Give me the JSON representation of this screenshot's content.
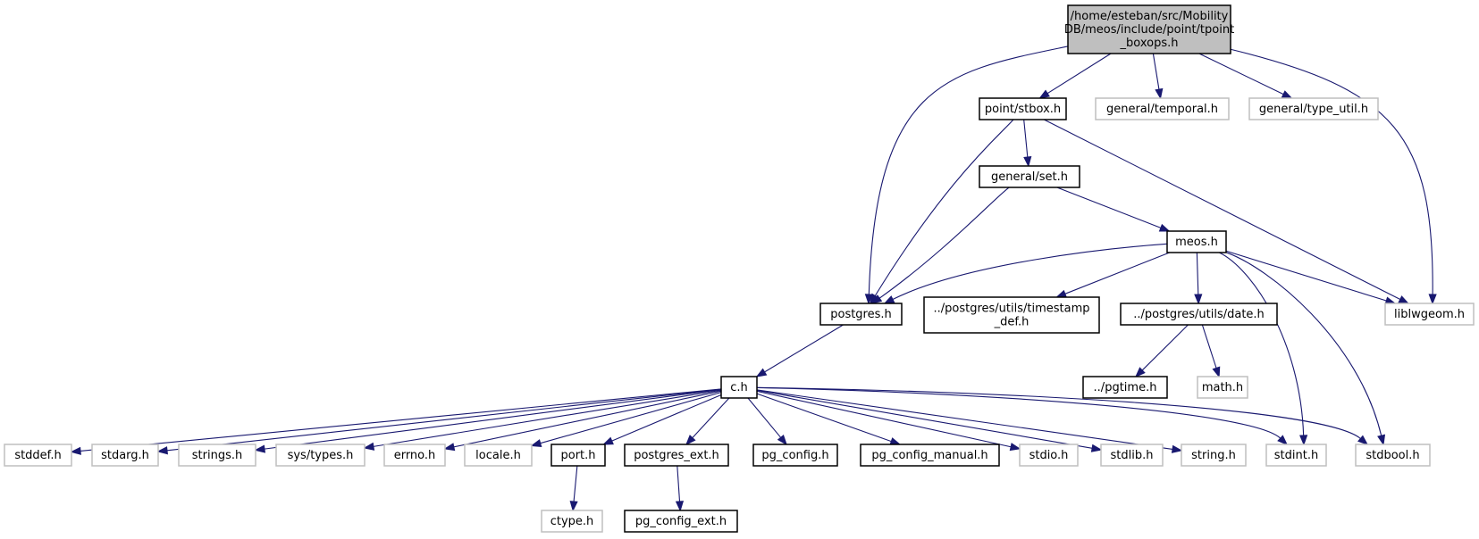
{
  "diagram": {
    "type": "include-dependency-graph",
    "colors": {
      "edge": "#191970",
      "root_fill": "#bfbfbf",
      "root_border": "#000000",
      "documented_border": "#000000",
      "external_border": "#bfbfbf",
      "external_text": "#000000"
    },
    "nodes": [
      {
        "id": "root",
        "kind": "root",
        "lines": [
          "/home/esteban/src/Mobility",
          "DB/meos/include/point/tpoint",
          "_boxops.h"
        ]
      },
      {
        "id": "stbox",
        "kind": "documented",
        "lines": [
          "point/stbox.h"
        ]
      },
      {
        "id": "temporal",
        "kind": "external",
        "lines": [
          "general/temporal.h"
        ]
      },
      {
        "id": "type_util",
        "kind": "external",
        "lines": [
          "general/type_util.h"
        ]
      },
      {
        "id": "set",
        "kind": "documented",
        "lines": [
          "general/set.h"
        ]
      },
      {
        "id": "meos",
        "kind": "documented",
        "lines": [
          "meos.h"
        ]
      },
      {
        "id": "liblwgeom",
        "kind": "external",
        "lines": [
          "liblwgeom.h"
        ]
      },
      {
        "id": "postgres",
        "kind": "documented",
        "lines": [
          "postgres.h"
        ]
      },
      {
        "id": "timestamp_def",
        "kind": "documented",
        "lines": [
          "../postgres/utils/timestamp",
          "_def.h"
        ]
      },
      {
        "id": "date",
        "kind": "documented",
        "lines": [
          "../postgres/utils/date.h"
        ]
      },
      {
        "id": "pgtime",
        "kind": "documented",
        "lines": [
          "../pgtime.h"
        ]
      },
      {
        "id": "math",
        "kind": "external",
        "lines": [
          "math.h"
        ]
      },
      {
        "id": "c",
        "kind": "documented",
        "lines": [
          "c.h"
        ]
      },
      {
        "id": "stddef",
        "kind": "external",
        "lines": [
          "stddef.h"
        ]
      },
      {
        "id": "stdarg",
        "kind": "external",
        "lines": [
          "stdarg.h"
        ]
      },
      {
        "id": "strings",
        "kind": "external",
        "lines": [
          "strings.h"
        ]
      },
      {
        "id": "systypes",
        "kind": "external",
        "lines": [
          "sys/types.h"
        ]
      },
      {
        "id": "errno",
        "kind": "external",
        "lines": [
          "errno.h"
        ]
      },
      {
        "id": "locale",
        "kind": "external",
        "lines": [
          "locale.h"
        ]
      },
      {
        "id": "port",
        "kind": "documented",
        "lines": [
          "port.h"
        ]
      },
      {
        "id": "postgres_ext",
        "kind": "documented",
        "lines": [
          "postgres_ext.h"
        ]
      },
      {
        "id": "pg_config",
        "kind": "documented",
        "lines": [
          "pg_config.h"
        ]
      },
      {
        "id": "pg_config_manual",
        "kind": "documented",
        "lines": [
          "pg_config_manual.h"
        ]
      },
      {
        "id": "stdio",
        "kind": "external",
        "lines": [
          "stdio.h"
        ]
      },
      {
        "id": "stdlib",
        "kind": "external",
        "lines": [
          "stdlib.h"
        ]
      },
      {
        "id": "string",
        "kind": "external",
        "lines": [
          "string.h"
        ]
      },
      {
        "id": "stdint",
        "kind": "external",
        "lines": [
          "stdint.h"
        ]
      },
      {
        "id": "stdbool",
        "kind": "external",
        "lines": [
          "stdbool.h"
        ]
      },
      {
        "id": "ctype",
        "kind": "external",
        "lines": [
          "ctype.h"
        ]
      },
      {
        "id": "pg_config_ext",
        "kind": "documented",
        "lines": [
          "pg_config_ext.h"
        ]
      }
    ],
    "edges": [
      {
        "from": "root",
        "to": "postgres"
      },
      {
        "from": "root",
        "to": "stbox"
      },
      {
        "from": "root",
        "to": "temporal"
      },
      {
        "from": "root",
        "to": "type_util"
      },
      {
        "from": "root",
        "to": "liblwgeom"
      },
      {
        "from": "stbox",
        "to": "set"
      },
      {
        "from": "stbox",
        "to": "postgres"
      },
      {
        "from": "stbox",
        "to": "liblwgeom"
      },
      {
        "from": "set",
        "to": "meos"
      },
      {
        "from": "set",
        "to": "postgres"
      },
      {
        "from": "meos",
        "to": "postgres"
      },
      {
        "from": "meos",
        "to": "timestamp_def"
      },
      {
        "from": "meos",
        "to": "date"
      },
      {
        "from": "meos",
        "to": "liblwgeom"
      },
      {
        "from": "meos",
        "to": "stdint"
      },
      {
        "from": "meos",
        "to": "stdbool"
      },
      {
        "from": "postgres",
        "to": "c"
      },
      {
        "from": "date",
        "to": "pgtime"
      },
      {
        "from": "date",
        "to": "math"
      },
      {
        "from": "c",
        "to": "stddef"
      },
      {
        "from": "c",
        "to": "stdarg"
      },
      {
        "from": "c",
        "to": "strings"
      },
      {
        "from": "c",
        "to": "systypes"
      },
      {
        "from": "c",
        "to": "errno"
      },
      {
        "from": "c",
        "to": "locale"
      },
      {
        "from": "c",
        "to": "port"
      },
      {
        "from": "c",
        "to": "postgres_ext"
      },
      {
        "from": "c",
        "to": "pg_config"
      },
      {
        "from": "c",
        "to": "pg_config_manual"
      },
      {
        "from": "c",
        "to": "stdio"
      },
      {
        "from": "c",
        "to": "stdlib"
      },
      {
        "from": "c",
        "to": "string"
      },
      {
        "from": "c",
        "to": "stdint"
      },
      {
        "from": "c",
        "to": "stdbool"
      },
      {
        "from": "port",
        "to": "ctype"
      },
      {
        "from": "postgres_ext",
        "to": "pg_config_ext"
      }
    ]
  }
}
